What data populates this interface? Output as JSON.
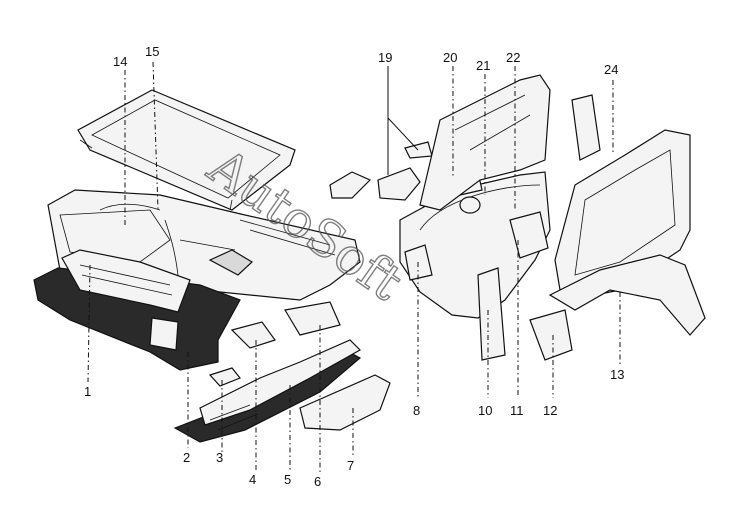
{
  "diagram": {
    "watermark": "AutoSoft",
    "callouts": [
      {
        "id": "1",
        "label": "1"
      },
      {
        "id": "2",
        "label": "2"
      },
      {
        "id": "3",
        "label": "3"
      },
      {
        "id": "4",
        "label": "4"
      },
      {
        "id": "5",
        "label": "5"
      },
      {
        "id": "6",
        "label": "6"
      },
      {
        "id": "7",
        "label": "7"
      },
      {
        "id": "8",
        "label": "8"
      },
      {
        "id": "10",
        "label": "10"
      },
      {
        "id": "11",
        "label": "11"
      },
      {
        "id": "12",
        "label": "12"
      },
      {
        "id": "13",
        "label": "13"
      },
      {
        "id": "14",
        "label": "14"
      },
      {
        "id": "15",
        "label": "15"
      },
      {
        "id": "19",
        "label": "19"
      },
      {
        "id": "20",
        "label": "20"
      },
      {
        "id": "21",
        "label": "21"
      },
      {
        "id": "22",
        "label": "22"
      },
      {
        "id": "24",
        "label": "24"
      }
    ]
  }
}
